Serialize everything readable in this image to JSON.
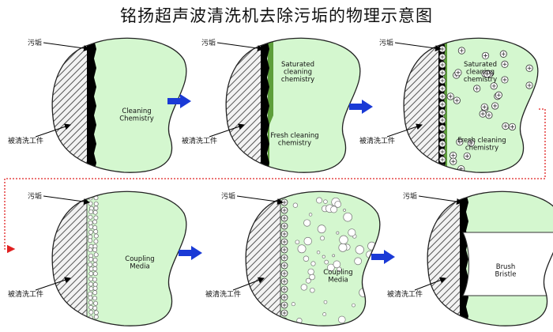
{
  "title": "铭扬超声波清洗机去除污垢的物理示意图",
  "labels": {
    "dirt": "污垢",
    "workpiece": "被清洗工件",
    "cleaning_chemistry": [
      "Cleaning",
      "Chemistry"
    ],
    "saturated_chemistry": [
      "Saturated",
      "cleaning",
      "chemistry"
    ],
    "fresh_chemistry": [
      "Fresh cleaning",
      "chemistry"
    ],
    "coupling_media": [
      "Coupling",
      "Media"
    ],
    "brush_bristle": [
      "Brush",
      "Bristle"
    ]
  },
  "colors": {
    "liquid": "#d4f7cf",
    "dirt": "#000000",
    "saturated_layer": "#5d9e3a",
    "arrow": "#1a3ad6",
    "connector": "#e02020"
  }
}
